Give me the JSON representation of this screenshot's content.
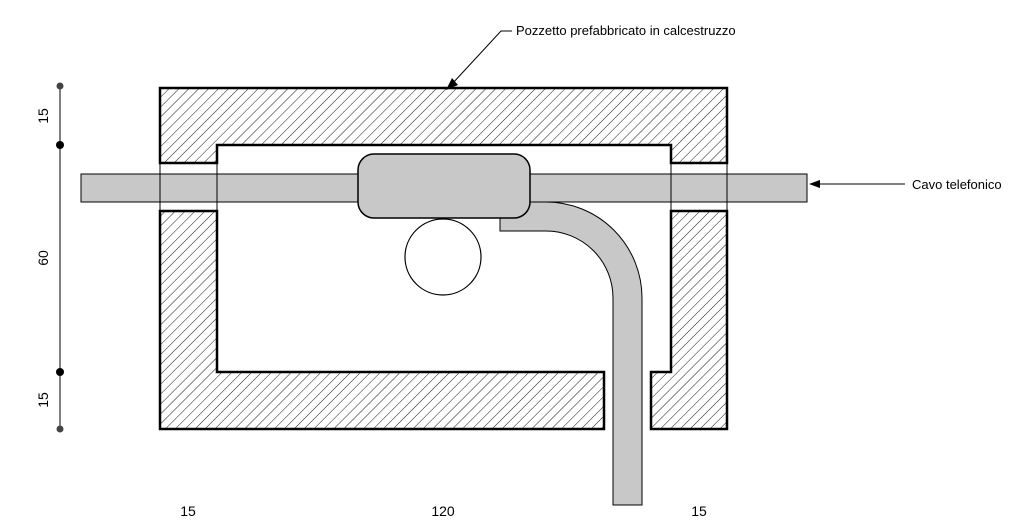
{
  "labels": {
    "pit_callout": "Pozzetto prefabbricato in calcestruzzo",
    "cable_callout": "Cavo telefonico"
  },
  "dimensions": {
    "vertical": [
      "15",
      "60",
      "15"
    ],
    "horizontal": [
      "15",
      "120",
      "15"
    ]
  },
  "colors": {
    "stroke": "#000000",
    "hatch": "#000000",
    "cable_fill": "#c8c8c8",
    "background": "#ffffff"
  }
}
